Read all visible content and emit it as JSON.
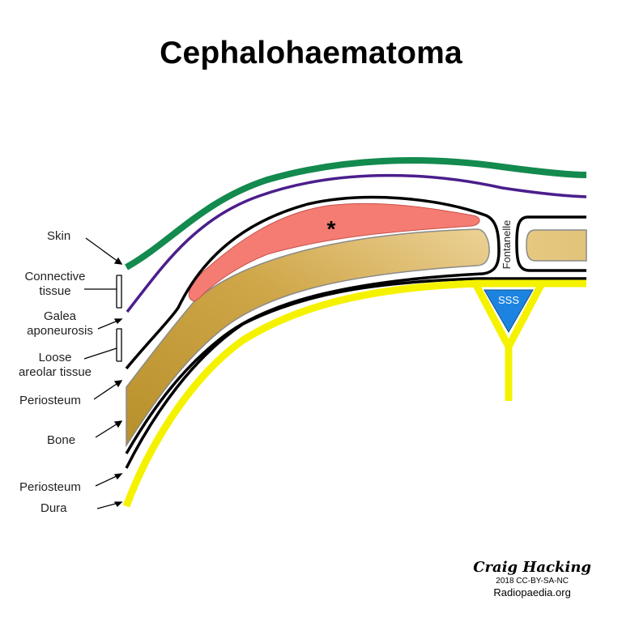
{
  "title": "Cephalohaematoma",
  "labels": {
    "skin": "Skin",
    "connective_tissue": [
      "Connective",
      "tissue"
    ],
    "galea_aponeurosis": [
      "Galea",
      "aponeurosis"
    ],
    "loose_areolar_tissue": [
      "Loose",
      "areolar tissue"
    ],
    "periosteum_outer": "Periosteum",
    "bone": "Bone",
    "periosteum_inner": "Periosteum",
    "dura": "Dura",
    "fontanelle": "Fontanelle",
    "sss": "SSS",
    "haematoma_marker": "*"
  },
  "credit": {
    "author": "Craig Hacking",
    "license": "2018 CC-BY-SA-NC",
    "site": "Radiopaedia.org"
  },
  "colors": {
    "skin": "#138a4e",
    "galea": "#4b1e8c",
    "haematoma": "#f47c72",
    "bone": "#c9a240",
    "bone_light": "#ead08e",
    "dura": "#f5f200",
    "sss": "#1c84e0",
    "periosteum": "#000000"
  }
}
